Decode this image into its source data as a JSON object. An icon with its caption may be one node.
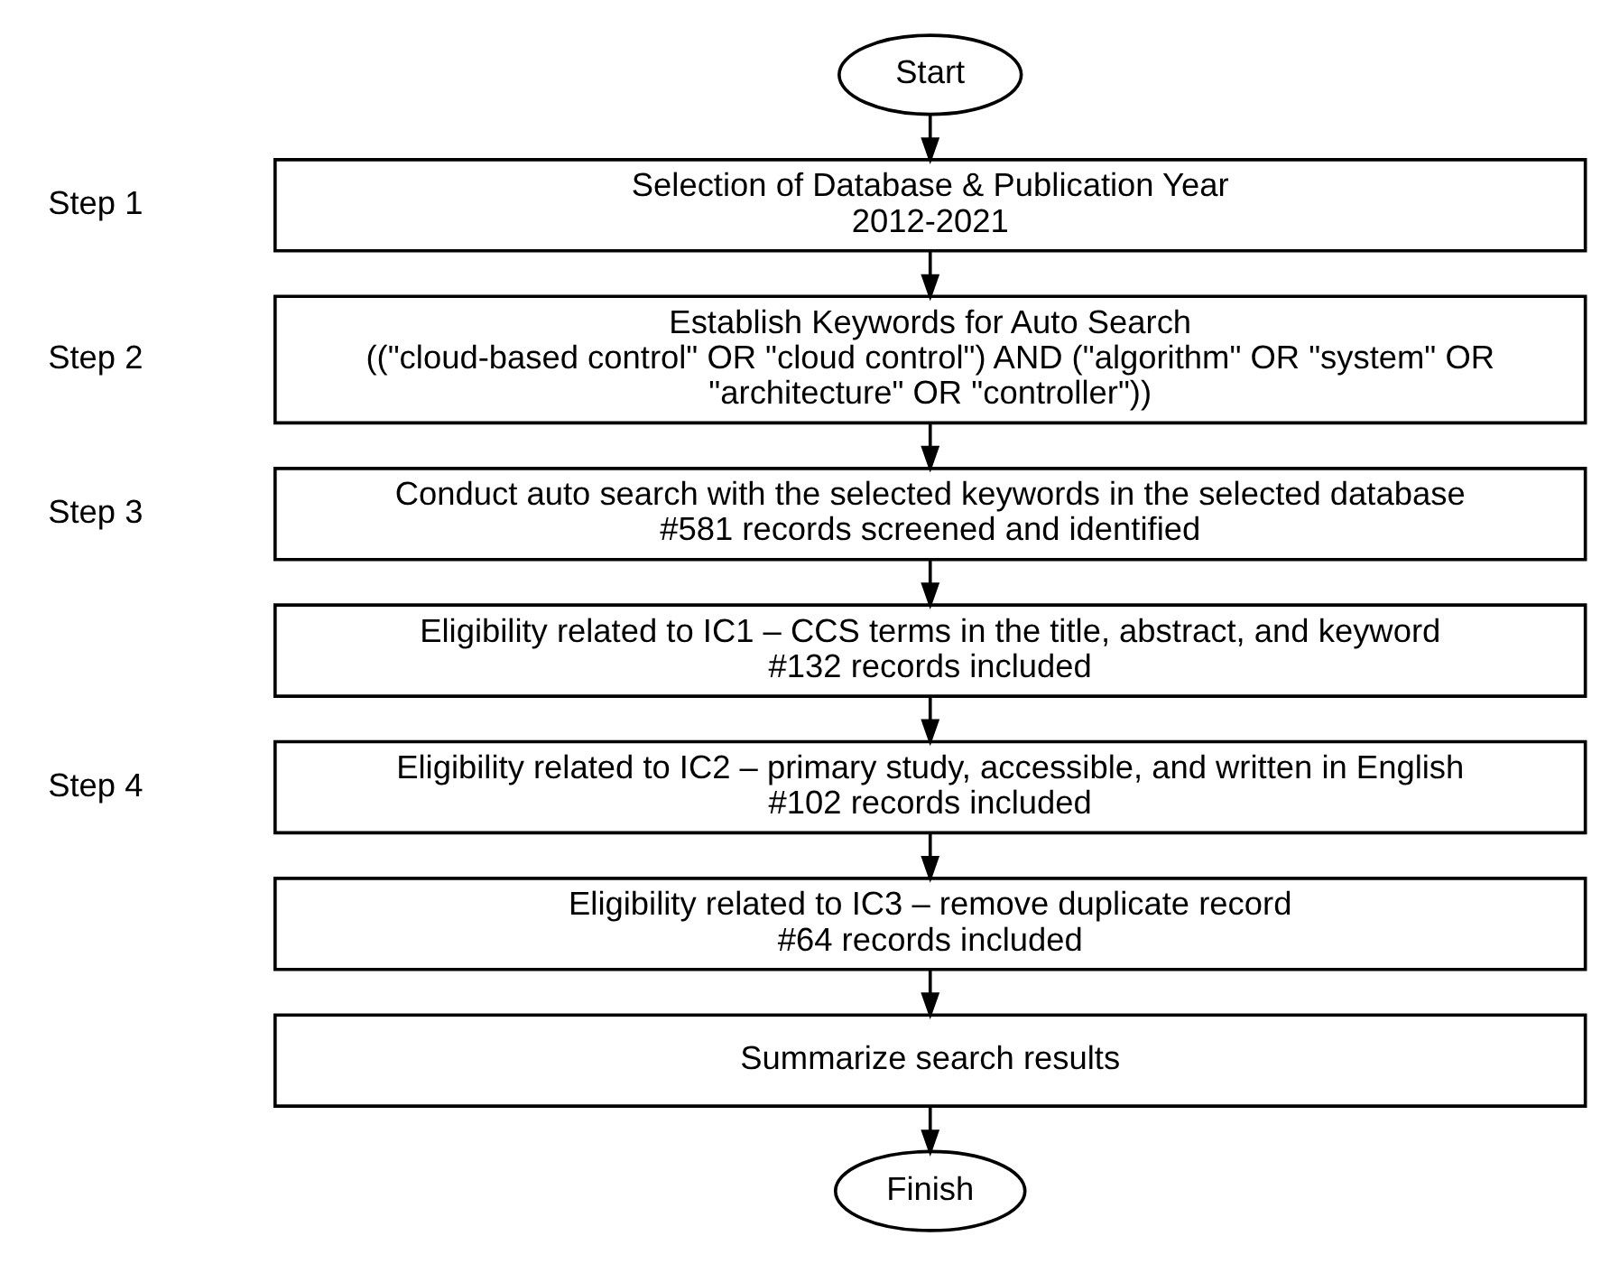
{
  "diagram": {
    "nodes": [
      {
        "text": [
          "Start"
        ]
      },
      {
        "text": [
          "Selection of Database & Publication Year",
          "2012-2021"
        ]
      },
      {
        "text": [
          "Establish Keywords for Auto Search",
          "((\"cloud-based control\" OR \"cloud control\") AND (\"algorithm\" OR \"system\" OR \"architecture\" OR \"controller\"))"
        ]
      },
      {
        "text": [
          "Conduct auto search with the selected keywords in the selected database",
          "#581 records screened and identified"
        ]
      },
      {
        "text": [
          "Eligibility related to IC1 – CCS terms in the title, abstract, and keyword",
          "#132 records included"
        ]
      },
      {
        "text": [
          "Eligibility related to IC2 – primary study, accessible, and written in English",
          "#102 records included"
        ]
      },
      {
        "text": [
          "Eligibility related to IC3 – remove duplicate record",
          "#64 records included"
        ]
      },
      {
        "text": [
          "Summarize search results"
        ]
      },
      {
        "text": [
          "Finish"
        ]
      }
    ],
    "edges": [
      {
        "from": 0,
        "to": 1,
        "arrow": "to"
      },
      {
        "from": 1,
        "to": 2,
        "arrow": "to"
      },
      {
        "from": 2,
        "to": 3,
        "arrow": "to"
      },
      {
        "from": 3,
        "to": 4,
        "arrow": "to"
      },
      {
        "from": 4,
        "to": 5,
        "arrow": "to"
      },
      {
        "from": 5,
        "to": 6,
        "arrow": "to"
      },
      {
        "from": 6,
        "to": 7,
        "arrow": "to"
      },
      {
        "from": 7,
        "to": 8,
        "arrow": "to"
      }
    ],
    "labels": [
      "Step 1",
      "Step 2",
      "Step 3",
      "Step 4"
    ]
  }
}
